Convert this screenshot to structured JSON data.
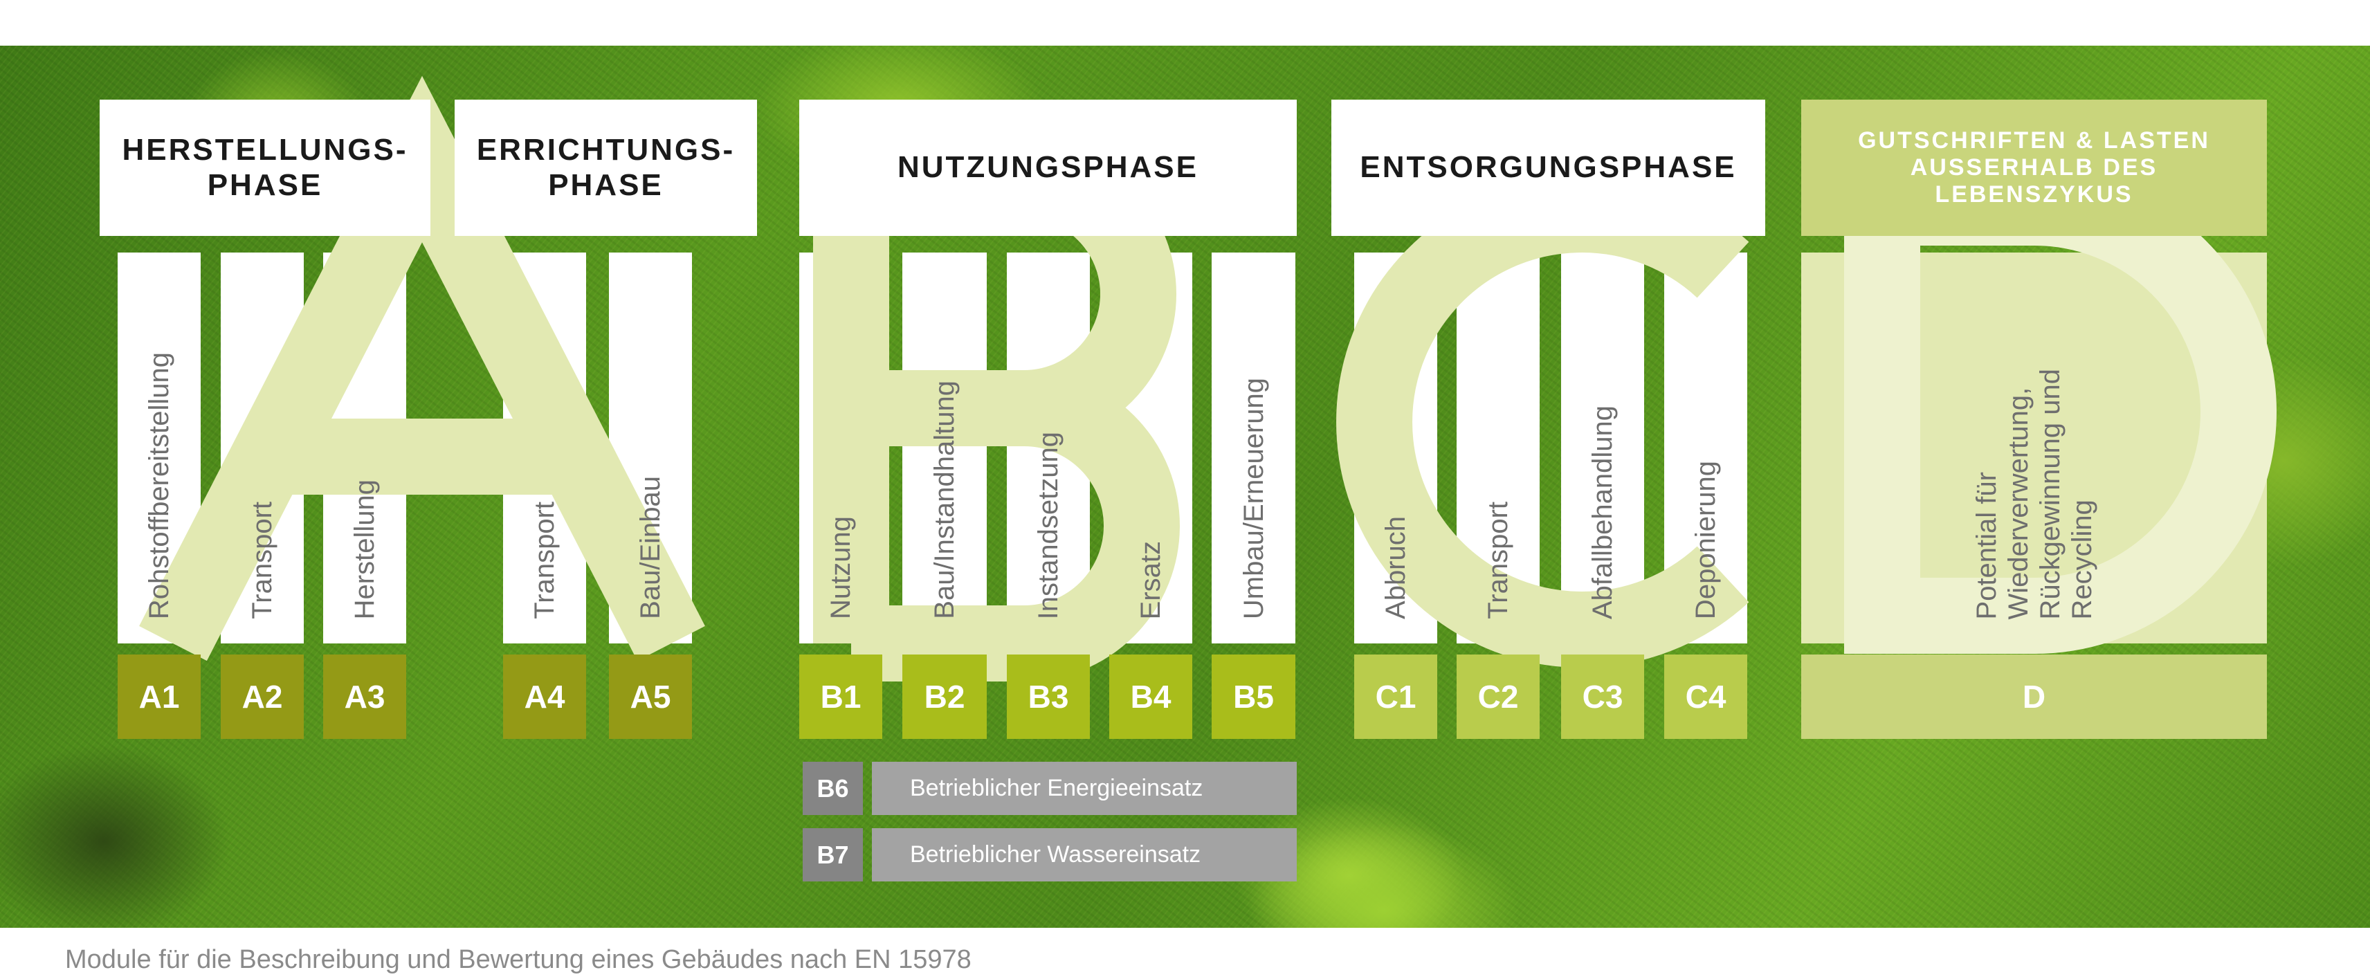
{
  "colors": {
    "a": "#949a16",
    "b": "#a9bd1b",
    "c": "#b9cc4c",
    "d": "#c9d57c",
    "gray_code": "#858585",
    "gray_text": "#a3a3a3"
  },
  "phases": [
    {
      "title": "HERSTELLUNGS-\nPHASE",
      "letter": "A"
    },
    {
      "title": "ERRICHTUNGS-\nPHASE",
      "letter": "A"
    },
    {
      "title": "NUTZUNGSPHASE",
      "letter": "B"
    },
    {
      "title": "ENTSORGUNGSPHASE",
      "letter": "C"
    },
    {
      "title": "GUTSCHRIFTEN & LASTEN\nAUSSERHALB DES\nLEBENSZYKUS",
      "letter": "D"
    }
  ],
  "modules": [
    {
      "code": "A1",
      "label": "Rohstoffbereitstellung",
      "group": "a"
    },
    {
      "code": "A2",
      "label": "Transport",
      "group": "a"
    },
    {
      "code": "A3",
      "label": "Herstellung",
      "group": "a"
    },
    {
      "code": "A4",
      "label": "Transport",
      "group": "a"
    },
    {
      "code": "A5",
      "label": "Bau/Einbau",
      "group": "a"
    },
    {
      "code": "B1",
      "label": "Nutzung",
      "group": "b"
    },
    {
      "code": "B2",
      "label": "Bau/Instandhaltung",
      "group": "b"
    },
    {
      "code": "B3",
      "label": "Instandsetzung",
      "group": "b"
    },
    {
      "code": "B4",
      "label": "Ersatz",
      "group": "b"
    },
    {
      "code": "B5",
      "label": "Umbau/Erneuerung",
      "group": "b"
    },
    {
      "code": "C1",
      "label": "Abbruch",
      "group": "c"
    },
    {
      "code": "C2",
      "label": "Transport",
      "group": "c"
    },
    {
      "code": "C3",
      "label": "Abfallbehandlung",
      "group": "c"
    },
    {
      "code": "C4",
      "label": "Deponierung",
      "group": "c"
    },
    {
      "code": "D",
      "label": "Potential für\nWiederverwertung,\nRückgewinnung und\nRecycling",
      "group": "d"
    }
  ],
  "operational": [
    {
      "code": "B6",
      "label": "Betrieblicher Energieeinsatz"
    },
    {
      "code": "B7",
      "label": "Betrieblicher Wassereinsatz"
    }
  ],
  "caption": "Module für die Beschreibung und Bewertung eines Gebäudes nach EN 15978"
}
